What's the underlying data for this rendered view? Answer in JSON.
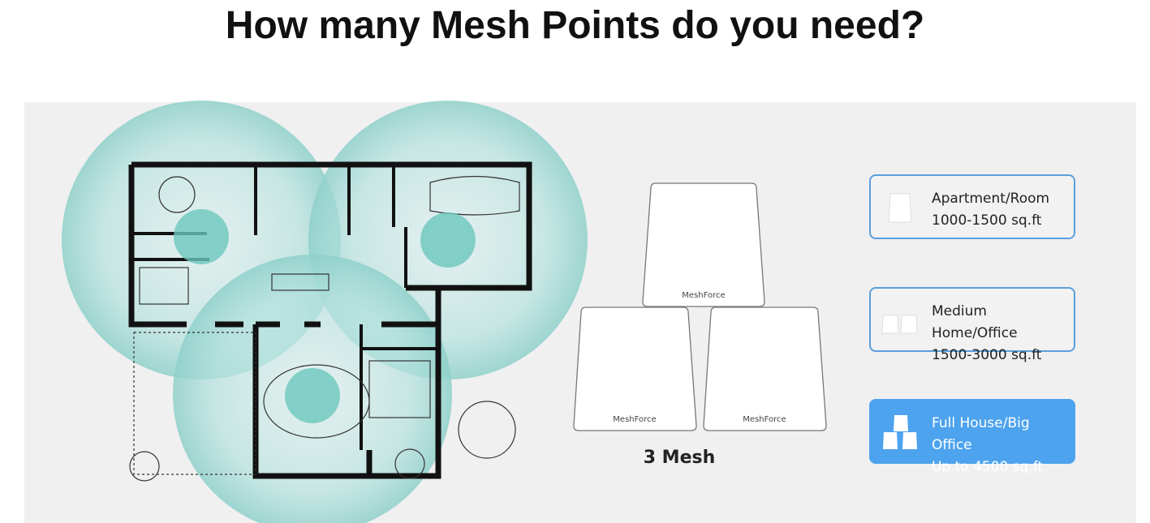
{
  "title": "How many Mesh Points do you need?",
  "device_brand": "MeshForce",
  "selected_caption": "3 Mesh",
  "options": [
    {
      "name": "Apartment/Room",
      "range": "1000-1500 sq.ft",
      "units": 1,
      "selected": false
    },
    {
      "name": "Medium Home/Office",
      "range": "1500-3000 sq.ft",
      "units": 2,
      "selected": false
    },
    {
      "name": "Full House/Big Office",
      "range": "Up to 4500 sq.ft",
      "units": 3,
      "selected": true
    }
  ],
  "colors": {
    "accent": "#4da3ee",
    "coverage": "#7fcfca",
    "panel": "#f0f0f0"
  }
}
